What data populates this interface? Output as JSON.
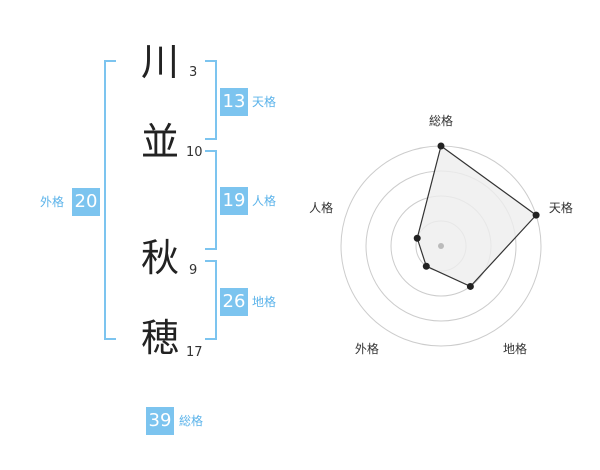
{
  "name_chars": [
    {
      "char": "川",
      "strokes": "3"
    },
    {
      "char": "並",
      "strokes": "10"
    },
    {
      "char": "秋",
      "strokes": "9"
    },
    {
      "char": "穂",
      "strokes": "17"
    }
  ],
  "fortunes": {
    "tenkaku": {
      "value": "13",
      "label": "天格"
    },
    "jinkaku": {
      "value": "19",
      "label": "人格"
    },
    "chikaku": {
      "value": "26",
      "label": "地格"
    },
    "gaikaku": {
      "value": "20",
      "label": "外格"
    },
    "soukaku": {
      "value": "39",
      "label": "総格"
    }
  },
  "colors": {
    "accent": "#7cc4ef",
    "accent_text": "#5bb3ea",
    "radar_fill": "#eeeeee",
    "radar_line": "#333333",
    "grid": "#cccccc"
  },
  "chart_data": {
    "type": "radar",
    "categories": [
      "総格",
      "天格",
      "地格",
      "外格",
      "人格"
    ],
    "values": [
      4,
      4,
      2,
      1,
      1
    ],
    "rlim": [
      0,
      4
    ],
    "rings": 4,
    "grid": true
  }
}
